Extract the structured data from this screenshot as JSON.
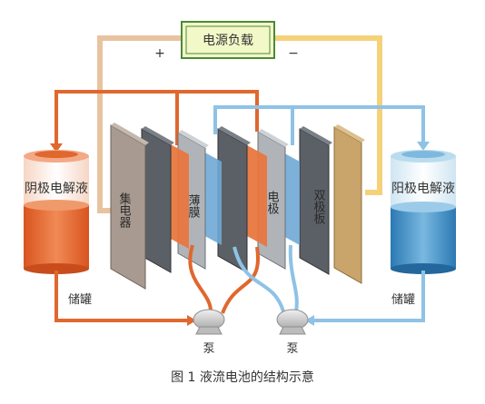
{
  "load": {
    "label": "电源负载",
    "plus": "+",
    "minus": "−"
  },
  "tanks": {
    "left": {
      "label": "阴极电解液",
      "storage": "储罐",
      "color_top": "#f3a985",
      "color_liquid": "#e0622f"
    },
    "right": {
      "label": "阳极电解液",
      "storage": "储罐",
      "color_top": "#b9dcef",
      "color_liquid": "#3d8cc4"
    }
  },
  "plates": {
    "collector": "集电器",
    "membrane": "薄膜",
    "electrode": "电极",
    "bipolar": "双极板"
  },
  "pumps": {
    "left": "泵",
    "right": "泵"
  },
  "caption": "图 1    液流电池的结构示意",
  "colors": {
    "orange_pipe": "#e0672e",
    "blue_pipe": "#8ec2e6",
    "tan_wire": "#e8c3a0",
    "yellow_wire": "#f5d27a",
    "load_bg": "#f3f8c8",
    "load_border": "#4a8a3a"
  }
}
